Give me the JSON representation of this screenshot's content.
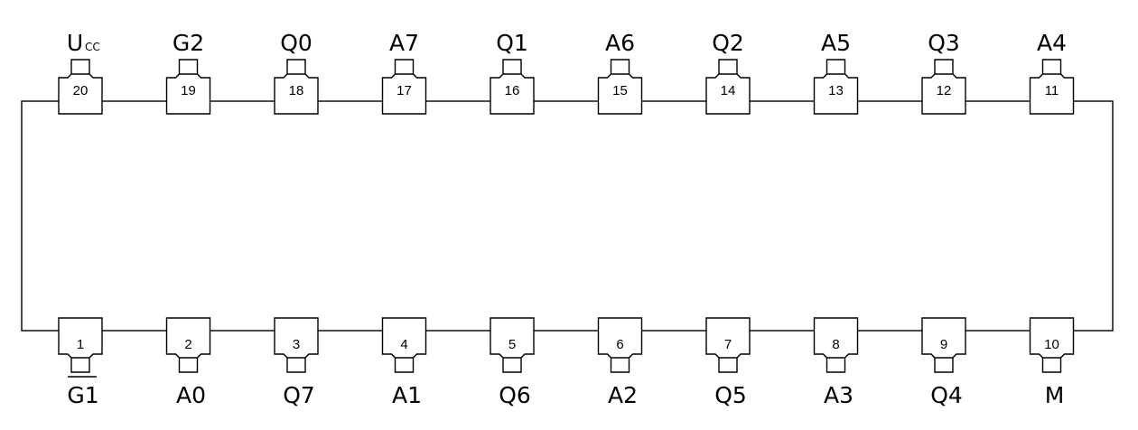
{
  "chip": {
    "top_pins": [
      {
        "number": "20",
        "label": "U",
        "label_sub": "CC"
      },
      {
        "number": "19",
        "label": "G2"
      },
      {
        "number": "18",
        "label": "Q0"
      },
      {
        "number": "17",
        "label": "A7"
      },
      {
        "number": "16",
        "label": "Q1"
      },
      {
        "number": "15",
        "label": "A6"
      },
      {
        "number": "14",
        "label": "Q2"
      },
      {
        "number": "13",
        "label": "A5"
      },
      {
        "number": "12",
        "label": "Q3"
      },
      {
        "number": "11",
        "label": "A4"
      }
    ],
    "bottom_pins": [
      {
        "number": "1",
        "label": "G1",
        "overline": true
      },
      {
        "number": "2",
        "label": "A0"
      },
      {
        "number": "3",
        "label": "Q7"
      },
      {
        "number": "4",
        "label": "A1"
      },
      {
        "number": "5",
        "label": "Q6"
      },
      {
        "number": "6",
        "label": "A2"
      },
      {
        "number": "7",
        "label": "Q5"
      },
      {
        "number": "8",
        "label": "A3"
      },
      {
        "number": "9",
        "label": "Q4"
      },
      {
        "number": "10",
        "label": "M"
      }
    ]
  }
}
